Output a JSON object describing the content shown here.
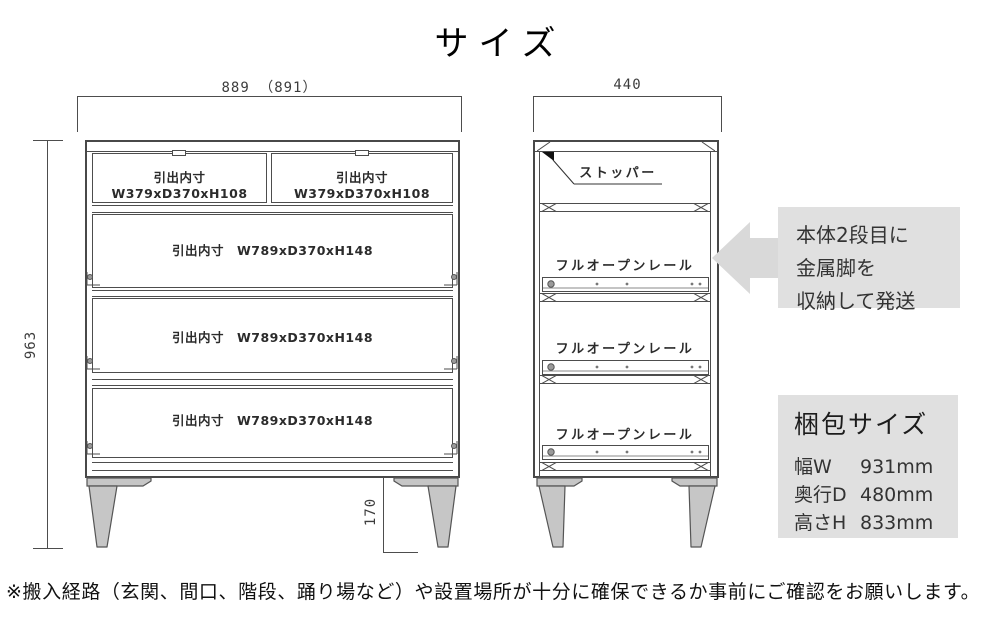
{
  "title": "サイズ",
  "front_view": {
    "width_dim": "889 （891）",
    "height_dim": "963",
    "leg_height_dim": "170",
    "small_drawer_label_1": "引出内寸　W379xD370xH108",
    "small_drawer_label_2": "引出内寸　W379xD370xH108",
    "large_drawer_label_1": "引出内寸　W789xD370xH148",
    "large_drawer_label_2": "引出内寸　W789xD370xH148",
    "large_drawer_label_3": "引出内寸　W789xD370xH148"
  },
  "side_view": {
    "depth_dim": "440",
    "stopper_label": "ストッパー",
    "rail_label_1": "フルオープンレール",
    "rail_label_2": "フルオープンレール",
    "rail_label_3": "フルオープンレール"
  },
  "shipping_callout": {
    "line1": "本体2段目に",
    "line2": "金属脚を",
    "line3": "収納して発送"
  },
  "packing_box": {
    "title": "梱包サイズ",
    "rows": [
      {
        "label": "幅W",
        "value": "931mm"
      },
      {
        "label": "奥行D",
        "value": "480mm"
      },
      {
        "label": "高さH",
        "value": "833mm"
      }
    ]
  },
  "footnote": "※搬入経路（玄関、間口、階段、踊り場など）や設置場所が十分に確保できるか事前にご確認をお願いします。",
  "colors": {
    "line": "#4d4d4d",
    "panel_bg": "#e0e0e0",
    "arrow_fill": "#d9d9d9",
    "leg_fill": "#c6c6c6",
    "text": "#2b2b2b"
  }
}
